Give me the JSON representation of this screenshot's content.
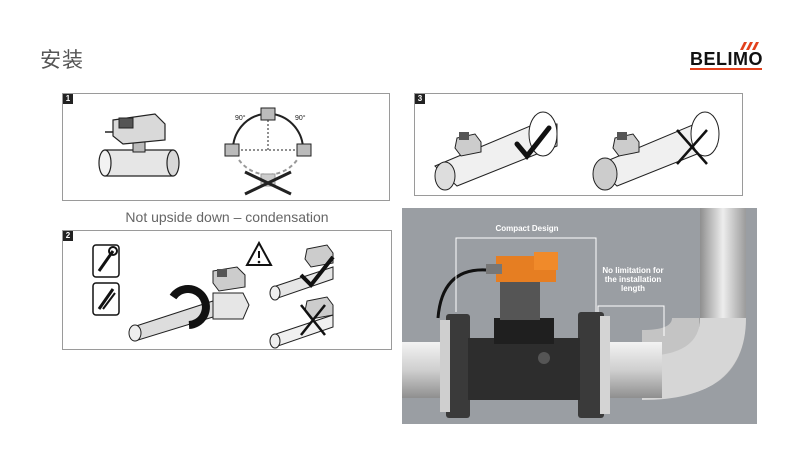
{
  "page": {
    "title": "安装"
  },
  "brand": {
    "name": "BELIMO",
    "accent": "#e2401c"
  },
  "panels": [
    {
      "number": "1"
    },
    {
      "number": "2"
    },
    {
      "number": "3"
    }
  ],
  "panel1": {
    "angle_left": "90°",
    "angle_right": "90°"
  },
  "caption": "Not upside down – condensation",
  "photo": {
    "label_compact": "Compact Design",
    "label_nolimit": "No limitation for the installation length"
  },
  "icons": [
    "wrench-icon",
    "pliers-icon",
    "warning-icon",
    "checkmark-icon",
    "cross-icon"
  ]
}
